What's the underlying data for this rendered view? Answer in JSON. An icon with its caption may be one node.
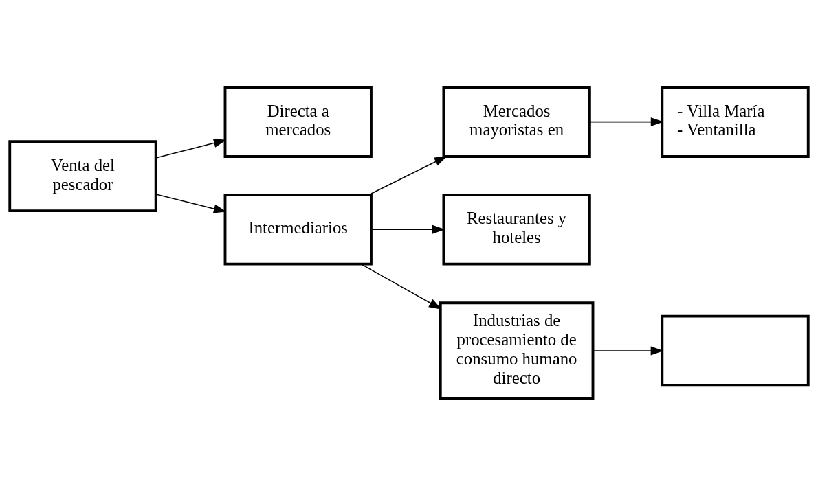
{
  "diagram": {
    "nodes": [
      {
        "text": [
          "Venta del pescador"
        ]
      },
      {
        "text": [
          "Directa a mercados"
        ]
      },
      {
        "text": [
          "Intermediarios"
        ]
      },
      {
        "text": [
          "Mercados mayoristas en"
        ]
      },
      {
        "text": [
          "- Villa María",
          "- Ventanilla"
        ]
      },
      {
        "text": [
          "Restaurantes y hoteles"
        ]
      },
      {
        "text": [
          "Industrias de procesamiento de consumo humano directo"
        ]
      },
      {
        "text": [],
        "shape": "box"
      }
    ],
    "edges": [
      {
        "from": 0,
        "to": 1,
        "arrow": "to"
      },
      {
        "from": 0,
        "to": 2,
        "arrow": "to"
      },
      {
        "from": 2,
        "to": 3,
        "arrow": "to"
      },
      {
        "from": 2,
        "to": 5,
        "arrow": "to"
      },
      {
        "from": 2,
        "to": 6,
        "arrow": "to"
      },
      {
        "from": 3,
        "to": 4,
        "arrow": "to"
      },
      {
        "from": 6,
        "to": 7,
        "arrow": "to"
      }
    ]
  }
}
